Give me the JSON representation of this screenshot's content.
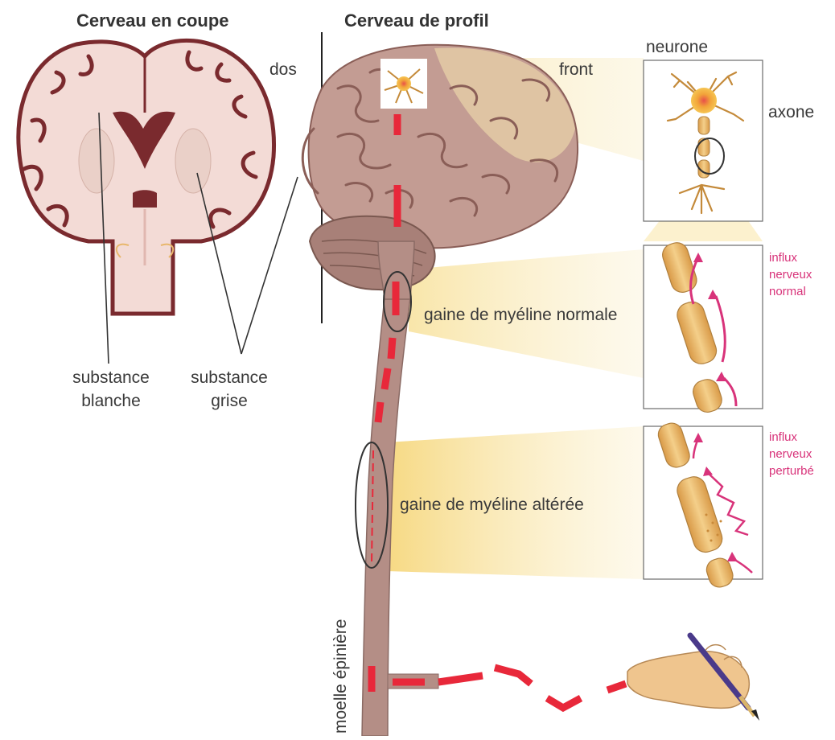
{
  "titles": {
    "coronal": "Cerveau en coupe",
    "profile": "Cerveau de profil"
  },
  "labels": {
    "dos": "dos",
    "front": "front",
    "neurone": "neurone",
    "axone": "axone",
    "white_matter_line1": "substance",
    "white_matter_line2": "blanche",
    "grey_matter_line1": "substance",
    "grey_matter_line2": "grise",
    "normal_sheath": "gaine de myéline normale",
    "altered_sheath": "gaine de myéline altérée",
    "spinal_cord": "moelle épinière"
  },
  "influx_normal": [
    "influx",
    "nerveux",
    "normal"
  ],
  "influx_disturbed": [
    "influx",
    "nerveux",
    "perturbé"
  ],
  "colors": {
    "impulse_red": "#e8283a",
    "pink_text": "#d8337a",
    "brain_tissue": "#b48e86",
    "coronal_tissue": "#f2dad5",
    "coronal_outline": "#7a2a2e",
    "highlight_yellow": "#fbeec2",
    "myelin": "#e8b769"
  }
}
